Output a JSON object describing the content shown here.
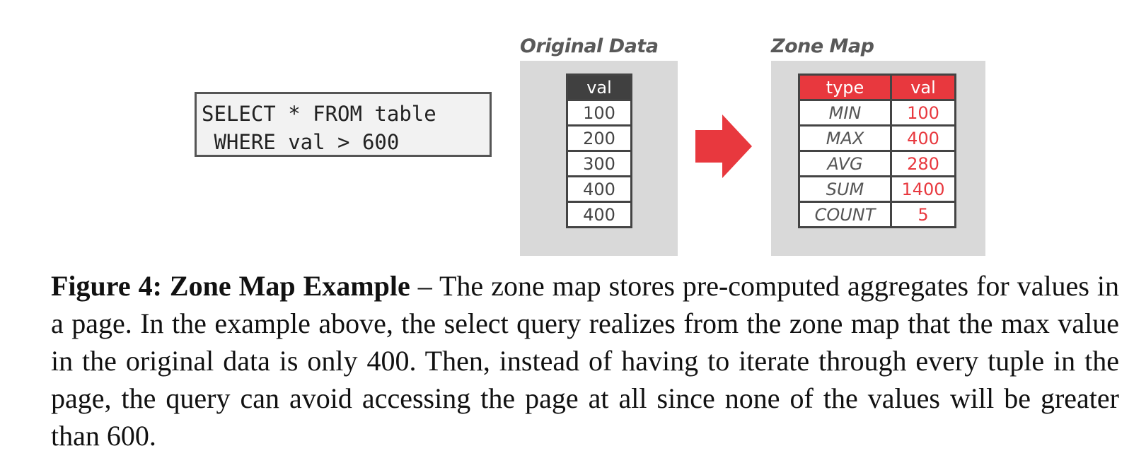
{
  "figure": {
    "query": {
      "line1": "SELECT * FROM table",
      "line2": " WHERE val > 600"
    },
    "original_data": {
      "title": "Original Data",
      "header": "val",
      "values": [
        "100",
        "200",
        "300",
        "400",
        "400"
      ]
    },
    "zone_map": {
      "title": "Zone Map",
      "headers": [
        "type",
        "val"
      ],
      "rows": [
        {
          "type": "MIN",
          "val": "100"
        },
        {
          "type": "MAX",
          "val": "400"
        },
        {
          "type": "AVG",
          "val": "280"
        },
        {
          "type": "SUM",
          "val": "1400"
        },
        {
          "type": "COUNT",
          "val": "5"
        }
      ]
    },
    "colors": {
      "accent_red": "#e8383e",
      "header_dark": "#404040",
      "panel_gray": "#d9d9d9"
    },
    "arrow_icon": "right-arrow-icon"
  },
  "caption": {
    "label": "Figure 4: Zone Map Example",
    "text": " – The zone map stores pre-computed aggregates for values in a page. In the example above, the select query realizes from the zone map that the max value in the original data is only 400. Then, instead of having to iterate through every tuple in the page, the query can avoid accessing the page at all since none of the values will be greater than 600."
  }
}
